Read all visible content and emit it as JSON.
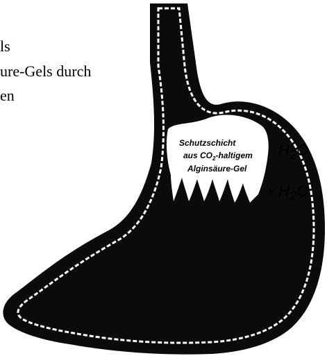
{
  "text_lines": [
    "ls",
    "ure-Gels durch",
    "en"
  ],
  "formula1": {
    "lead": "H",
    "sub": "2",
    "tail": "O"
  },
  "formula2": {
    "lead": "+ H",
    "sub": "2",
    "tail": "O"
  },
  "stomach_label": {
    "line1": "Schutzschicht",
    "line2_pre": "aus CO",
    "line2_sub": "2",
    "line2_post": "-haltigem",
    "line3": "Alginsäure-Gel"
  }
}
